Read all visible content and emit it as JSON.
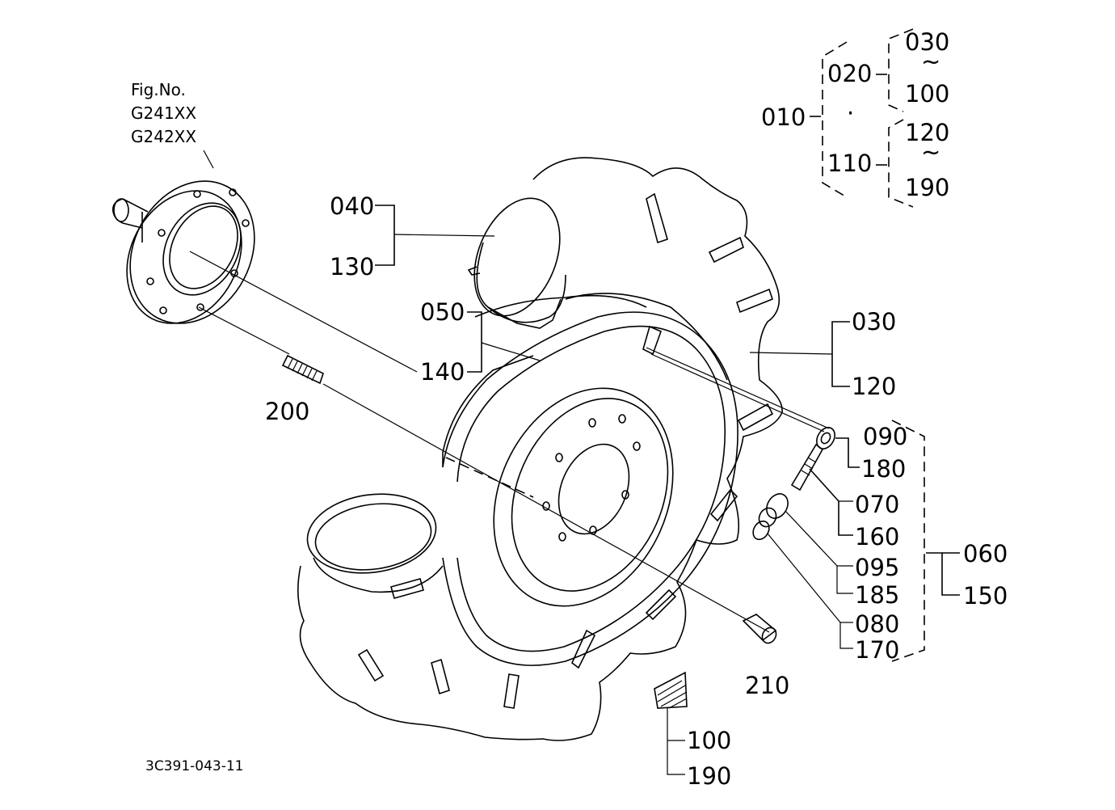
{
  "figure": {
    "fig_no_label": "Fig.No.",
    "fig_codes": [
      "G241XX",
      "G242XX"
    ],
    "drawing_code": "3C391-043-11"
  },
  "assembly_key": {
    "root": "010",
    "group_a": {
      "id": "020",
      "range_from": "030",
      "range_to": "100"
    },
    "group_b": {
      "id": "110",
      "range_from": "120",
      "range_to": "190"
    },
    "range_sym": "~",
    "separator": "·"
  },
  "callouts": {
    "p040": "040",
    "p130": "130",
    "p050": "050",
    "p140": "140",
    "p030": "030",
    "p120": "120",
    "p200": "200",
    "p090": "090",
    "p180": "180",
    "p070": "070",
    "p160": "160",
    "p095": "095",
    "p185": "185",
    "p080": "080",
    "p170": "170",
    "p060": "060",
    "p150": "150",
    "p210": "210",
    "p100": "100",
    "p190": "190"
  }
}
